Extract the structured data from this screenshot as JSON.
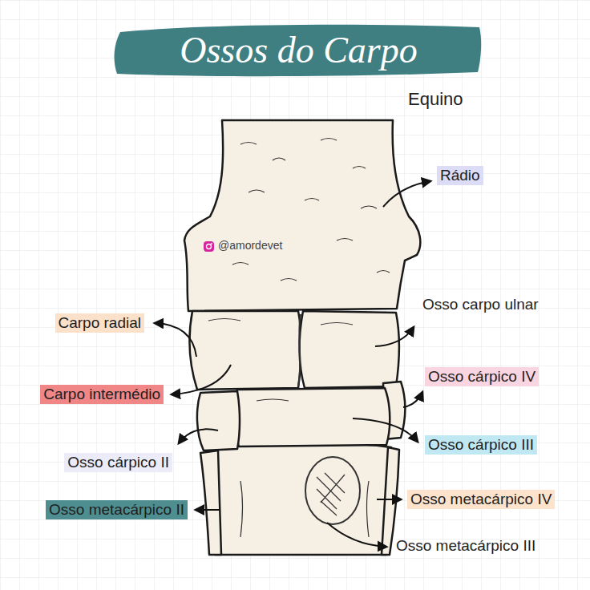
{
  "diagram": {
    "title": "Ossos do Carpo",
    "labels": [
      "Equino",
      "Rádio",
      "@amordevet",
      "Osso carpo ulnar",
      "Carpo radial",
      "Osso cárpico IV",
      "Carpo intermédio",
      "Osso cárpico III",
      "Osso cárpico II",
      "Osso metacárpico IV",
      "Osso metacárpico II",
      "Osso metacárpico III"
    ]
  }
}
